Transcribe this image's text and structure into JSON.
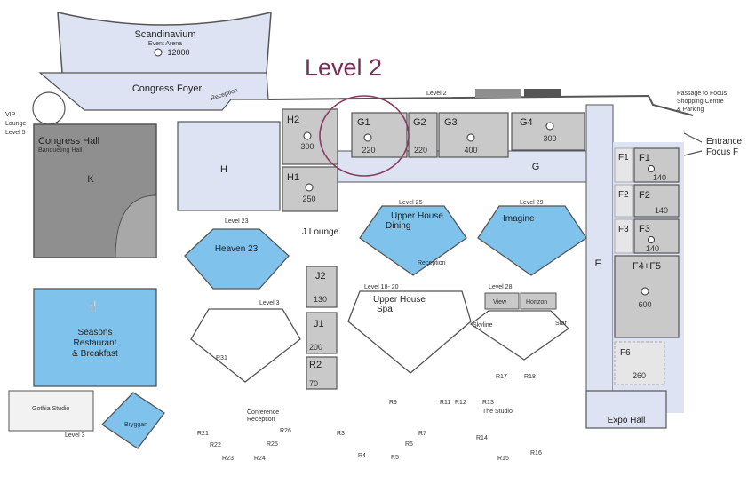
{
  "title": "Level 2",
  "level_marker": "Level 2",
  "colors": {
    "room_grey": "#c9c9c9",
    "room_dark": "#8f8f8f",
    "corridor_blue": "#dde3f2",
    "restaurant_blue": "#7fc3ec",
    "highlight_ring": "#8a3b63",
    "wall": "#555555"
  },
  "arena": {
    "name": "Scandinavium",
    "sub": "Event Arena",
    "capacity": "12000"
  },
  "congress_foyer": "Congress Foyer",
  "reception": "Reception",
  "vip": {
    "l1": "VIP",
    "l2": "Lounge",
    "l3": "Level 5"
  },
  "congress_hall": {
    "name": "Congress Hall",
    "sub": "Banqueting Hall",
    "code": "K"
  },
  "hall_h": "H",
  "rooms": {
    "h2": {
      "code": "H2",
      "cap": "300"
    },
    "h1": {
      "code": "H1",
      "cap": "250"
    },
    "g1": {
      "code": "G1",
      "cap": "220"
    },
    "g2": {
      "code": "G2",
      "cap": "220"
    },
    "g3": {
      "code": "G3",
      "cap": "400"
    },
    "g4": {
      "code": "G4",
      "cap": "300"
    },
    "j2": {
      "code": "J2",
      "cap": "130"
    },
    "j1": {
      "code": "J1",
      "cap": "200"
    },
    "r2": {
      "code": "R2",
      "cap": "70"
    },
    "f1": {
      "code": "F1",
      "cap": "140"
    },
    "f2": {
      "code": "F2",
      "cap": "140"
    },
    "f3": {
      "code": "F3",
      "cap": "140"
    },
    "f45": {
      "code": "F4+F5",
      "cap": "600"
    },
    "f6": {
      "code": "F6",
      "cap": "260"
    }
  },
  "corridor_g": "G",
  "corridor_f": "F",
  "j_lounge": "J Lounge",
  "focus": {
    "l1": "Passage to Focus",
    "l2": "Shopping Centre",
    "l3": "& Parking"
  },
  "entrance": {
    "l1": "Entrance",
    "l2": "Focus F"
  },
  "dining": {
    "heaven": {
      "level": "Level 23",
      "name": "Heaven 23"
    },
    "upper_dining": {
      "level": "Level 25",
      "l1": "Upper House",
      "l2": "Dining",
      "reception": "Reception"
    },
    "imagine": {
      "level": "Level 29",
      "name": "Imagine"
    },
    "seasons": {
      "l1": "Seasons",
      "l2": "Restaurant",
      "l3": "& Breakfast"
    },
    "bryggan": "Bryggan"
  },
  "spa": {
    "level": "Level 18- 20",
    "l1": "Upper House",
    "l2": "Spa"
  },
  "level3": "Level 3",
  "level28": {
    "level": "Level 28",
    "view": "View",
    "horizon": "Horizon",
    "skyline": "Skyline",
    "star": "Star"
  },
  "r_rooms": [
    "R9",
    "R11",
    "R12",
    "R13",
    "R17",
    "R18",
    "R3",
    "R4",
    "R5",
    "R6",
    "R7",
    "R14",
    "R15",
    "R16",
    "R21",
    "R22",
    "R23",
    "R24",
    "R25",
    "R26",
    "R31"
  ],
  "r13_sub": "The Studio",
  "conference_reception": {
    "l1": "Conference",
    "l2": "Reception"
  },
  "gothia": "Gothia Studio",
  "level3_left": "Level 3",
  "expo_hall": "Expo Hall"
}
